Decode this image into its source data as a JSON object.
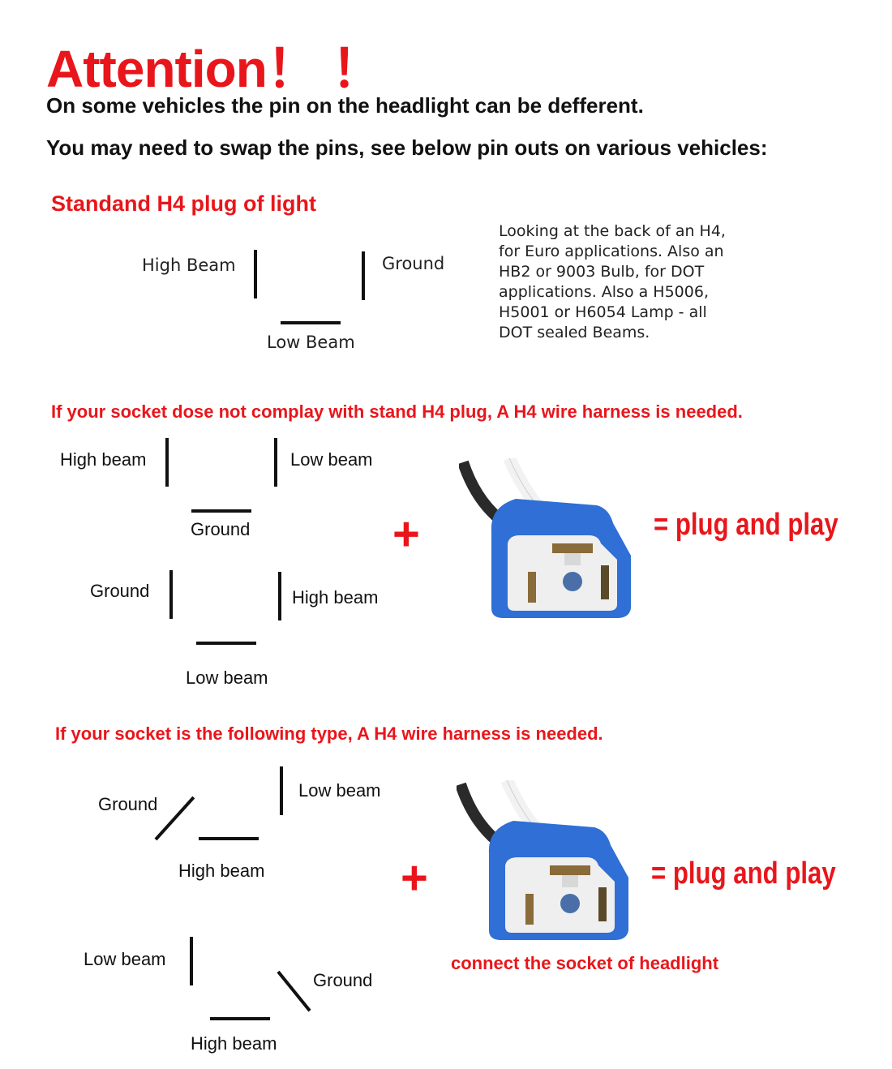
{
  "header": {
    "title": "Attention！ ！",
    "line1": "On some vehicles the pin on the headlight can be defferent.",
    "line2": "You may need to swap the pins, see below pin outs on various vehicles:"
  },
  "standard": {
    "heading": "Standand H4 plug of light",
    "high": "High Beam",
    "ground": "Ground",
    "low": "Low Beam",
    "note": "Looking at the back of an H4, for Euro applications. Also an HB2 or 9003 Bulb, for DOT applications. Also a H5006, H5001 or H6054 Lamp - all DOT sealed Beams."
  },
  "section2": {
    "heading": "If your socket dose not complay with stand H4 plug, A H4 wire harness is needed.",
    "a": {
      "left": "High beam",
      "right": "Low beam",
      "bottom": "Ground"
    },
    "b": {
      "left": "Ground",
      "right": "High beam",
      "bottom": "Low beam"
    },
    "plus": "+",
    "result": "= plug and play"
  },
  "section3": {
    "heading": "If your socket is the following type, A H4 wire harness is needed.",
    "a": {
      "left": "Ground",
      "right": "Low beam",
      "bottom": "High beam"
    },
    "b": {
      "left": "Low beam",
      "right": "Ground",
      "bottom": "High beam"
    },
    "plus": "+",
    "result": "= plug and play",
    "caption": "connect the socket of headlight"
  },
  "colors": {
    "accent": "#e8161b",
    "connector": "#2f6fd6"
  }
}
